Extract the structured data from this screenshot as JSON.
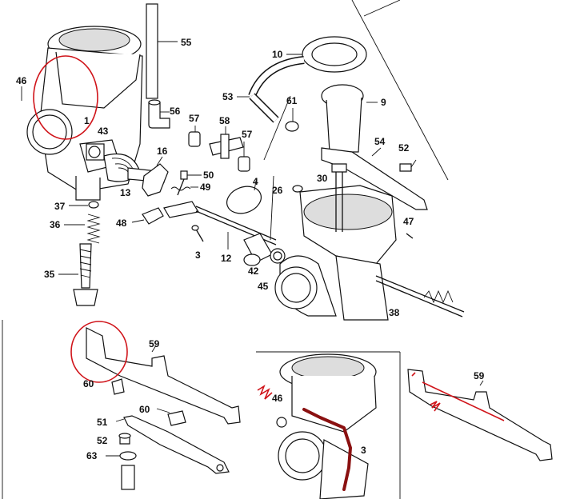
{
  "labels": {
    "n55": "55",
    "n10": "10",
    "n46a": "46",
    "n9": "9",
    "n53": "53",
    "n61": "61",
    "n56": "56",
    "n57a": "57",
    "n58": "58",
    "n57b": "57",
    "n1": "1",
    "n43": "43",
    "n54": "54",
    "n52a": "52",
    "n16": "16",
    "n50": "50",
    "n30": "30",
    "n49": "49",
    "n4": "4",
    "n26": "26",
    "n13": "13",
    "n37": "37",
    "n48": "48",
    "n47": "47",
    "n36": "36",
    "n3": "3",
    "n12": "12",
    "n42": "42",
    "n45": "45",
    "n35": "35",
    "n38": "38",
    "n59a": "59",
    "n60a": "60",
    "n46b": "46",
    "n59b": "59",
    "n3b": "3",
    "n60b": "60",
    "n51": "51",
    "n52b": "52",
    "n63": "63"
  },
  "colors": {
    "annotation": "#d0141a",
    "marker": "#8a1010"
  }
}
